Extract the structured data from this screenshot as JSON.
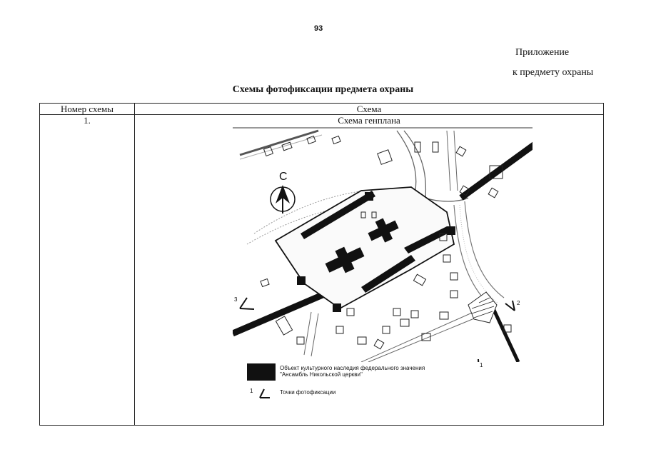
{
  "page": {
    "number": "93",
    "appendix_line1": "Приложение",
    "appendix_line2": "к предмету охраны",
    "title": "Схемы фотофиксации предмета охраны"
  },
  "table": {
    "headers": [
      "Номер схемы",
      "Схема"
    ],
    "rows": [
      {
        "number": "1.",
        "subtitle": "Схема генплана"
      }
    ]
  },
  "map": {
    "north_label": "С",
    "point_labels": [
      "1",
      "2",
      "3"
    ]
  },
  "legend": {
    "heritage_text_line1": "Объект культурного наследия федерального значения",
    "heritage_text_line2": "\"Ансамбль Никольской церкви\"",
    "point_number": "1",
    "points_text": "Точки фотофиксации"
  },
  "colors": {
    "ink": "#111111",
    "background": "#ffffff"
  }
}
